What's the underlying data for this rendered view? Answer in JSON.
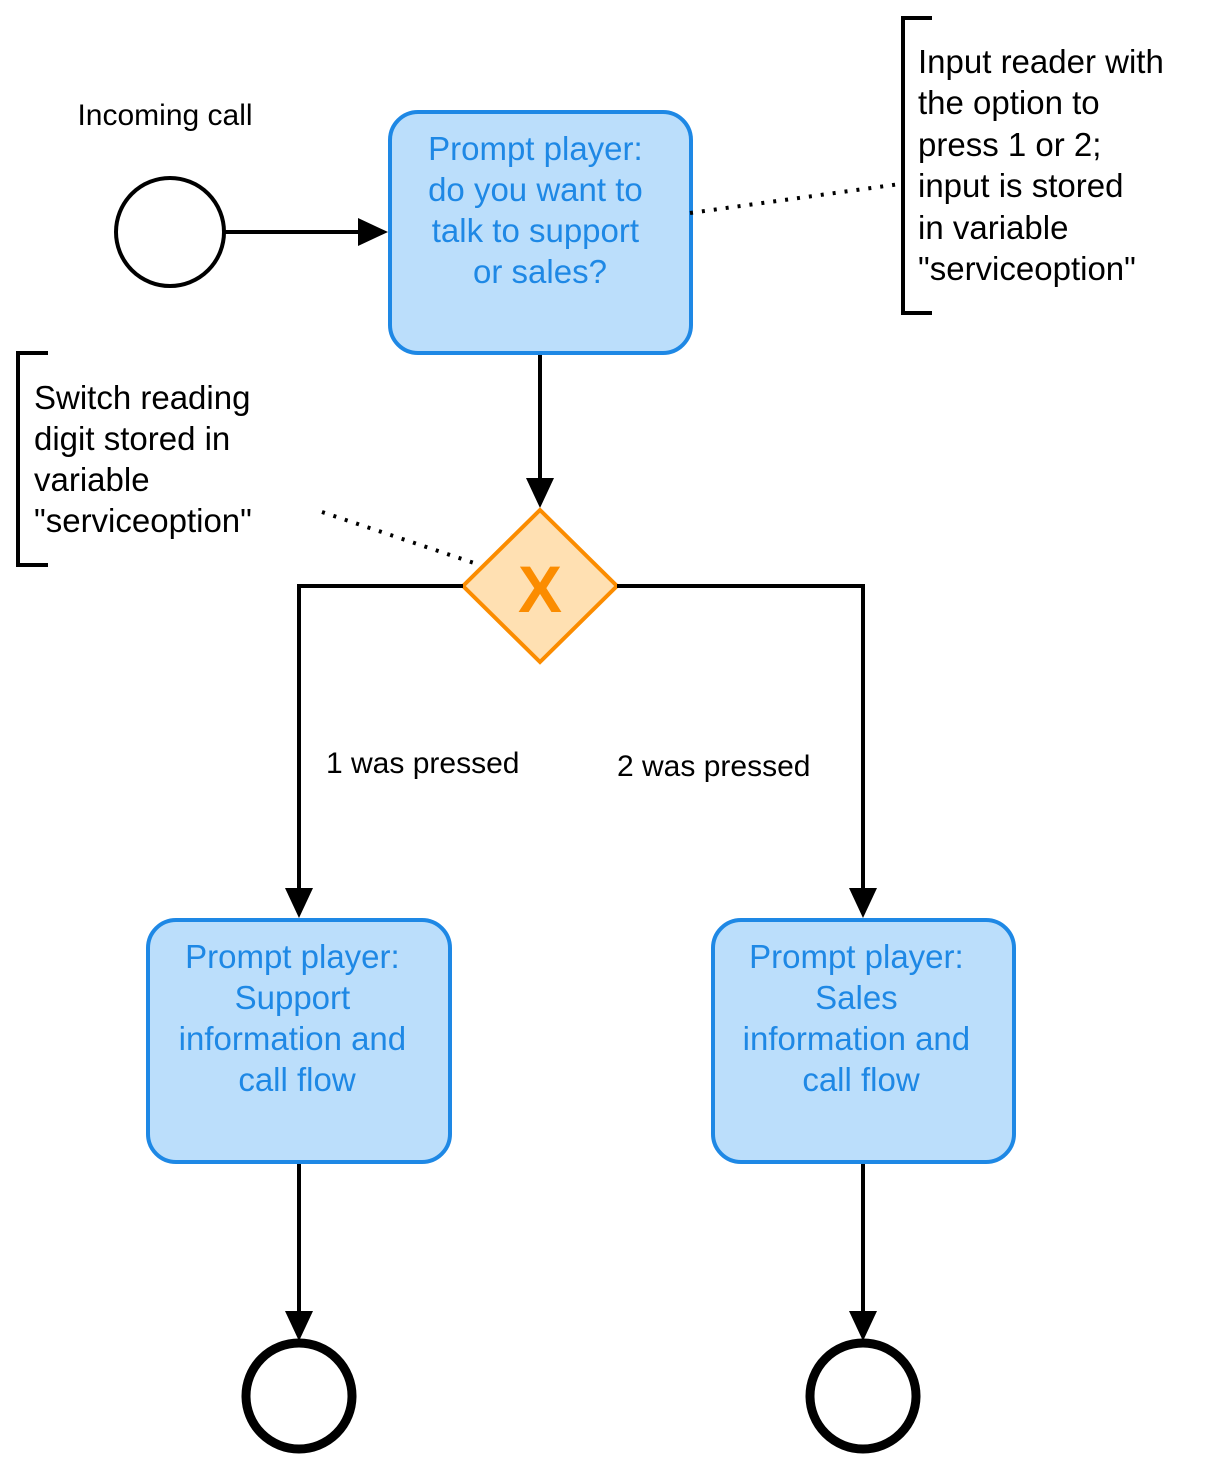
{
  "diagram": {
    "start_event": {
      "label": "Incoming call"
    },
    "task_prompt_choice": {
      "lines": [
        "Prompt player:",
        "do you want to",
        "talk to support",
        "or sales?"
      ]
    },
    "annotation_input_reader": {
      "lines": [
        "Input reader with",
        "the option to",
        "press 1 or 2;",
        "input is stored",
        "in variable",
        "\"serviceoption\""
      ]
    },
    "annotation_switch": {
      "lines": [
        "Switch reading",
        "digit stored in",
        "variable",
        "\"serviceoption\""
      ]
    },
    "gateway": {
      "marker": "X"
    },
    "flow_labels": {
      "left": "1 was pressed",
      "right": "2 was pressed"
    },
    "task_support": {
      "lines": [
        "Prompt player:",
        "Support",
        "information and",
        "call flow"
      ]
    },
    "task_sales": {
      "lines": [
        "Prompt player:",
        "Sales",
        "information and",
        "call flow"
      ]
    },
    "colors": {
      "task_fill": "#bbdefb",
      "task_stroke": "#1e88e5",
      "gateway_fill": "#ffe0b2",
      "gateway_stroke": "#fb8c00",
      "line": "#000000"
    }
  }
}
